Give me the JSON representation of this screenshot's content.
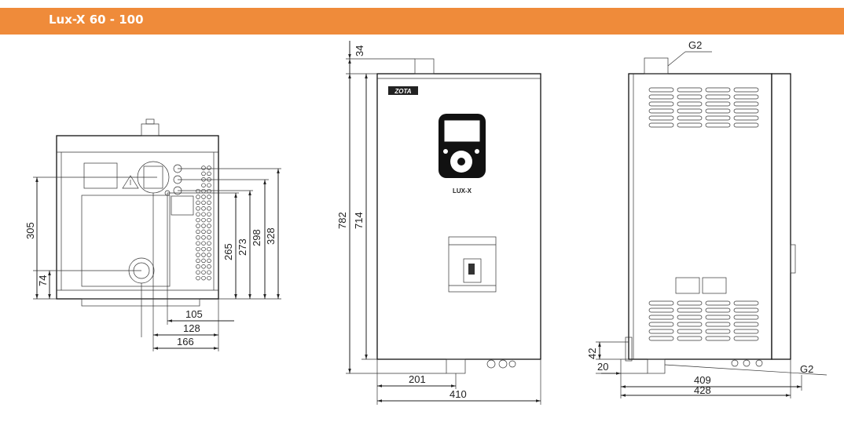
{
  "header": {
    "title": "Lux-X 60 - 100",
    "accent": "#EF8B3A"
  },
  "front_view": {
    "brand_label": "ZOTA",
    "model_label": "LUX-X",
    "dimensions": {
      "overall_height": "782",
      "body_height": "714",
      "top_offset": "34",
      "pipe_offset": "201",
      "width": "410"
    }
  },
  "bottom_view": {
    "dimensions": {
      "d305": "305",
      "d74": "74",
      "d265": "265",
      "d273": "273",
      "d298": "298",
      "d328": "328",
      "d105": "105",
      "d128": "128",
      "d166": "166"
    }
  },
  "side_view": {
    "dimensions": {
      "connection_top": "G2",
      "connection_bottom": "G2",
      "d42": "42",
      "d20": "20",
      "d409": "409",
      "d428": "428"
    }
  }
}
